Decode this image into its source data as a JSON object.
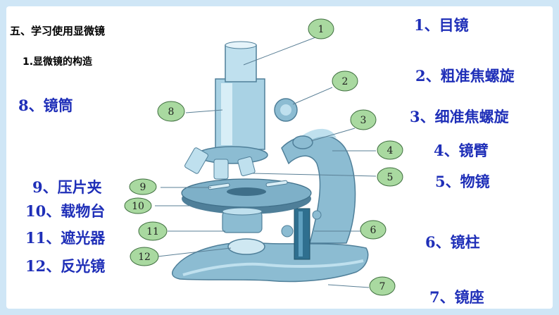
{
  "heading": "五、学习使用显微镜",
  "subheading": "1.显微镜的构造",
  "labels": {
    "l1": "1、目镜",
    "l2": "2、粗准焦螺旋",
    "l3": "3、细准焦螺旋",
    "l4": "4、镜臂",
    "l5": "5、物镜",
    "l6": "6、镜柱",
    "l7": "7、镜座",
    "l8": "8、镜筒",
    "l9": "9、压片夹",
    "l10": "10、载物台",
    "l11": "11、遮光器",
    "l12": "12、反光镜"
  },
  "callouts": [
    "1",
    "2",
    "3",
    "4",
    "5",
    "6",
    "7",
    "8",
    "9",
    "10",
    "11",
    "12"
  ],
  "colors": {
    "background": "#cfe6f6",
    "label_text": "#1f2fb8",
    "callout_fill": "#a9d9a0",
    "body_light": "#bfe0ee",
    "body_mid": "#8cbcd2",
    "body_dark": "#4f7f99"
  }
}
